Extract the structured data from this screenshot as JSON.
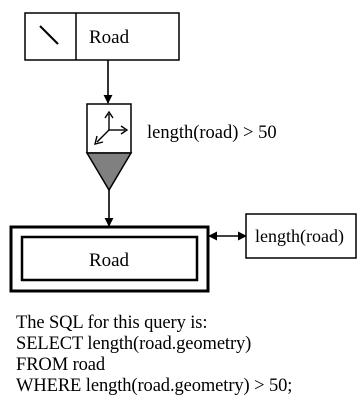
{
  "source_box": {
    "label": "Road",
    "icon": "line-segment-icon"
  },
  "filter": {
    "icon": "axes-icon",
    "condition": "length(road) > 50"
  },
  "result_box": {
    "label": "Road"
  },
  "output_box": {
    "label": "length(road)"
  },
  "sql": {
    "intro": "The SQL for this query is:",
    "lines": [
      "SELECT length(road.geometry)",
      "FROM road",
      "WHERE length(road.geometry) > 50;"
    ]
  },
  "colors": {
    "funnel_fill": "#808080",
    "stroke": "#000000"
  }
}
